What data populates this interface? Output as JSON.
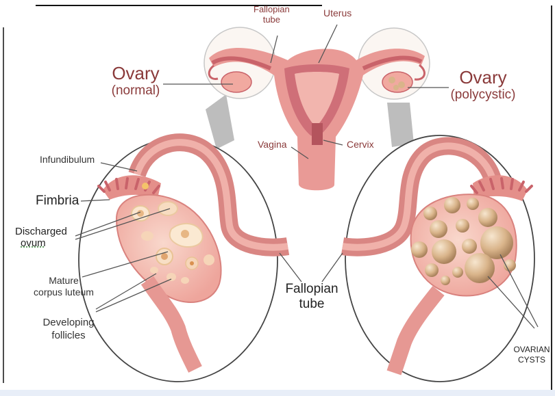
{
  "labels": {
    "fallopian_tube_top_1": "Fallopian",
    "fallopian_tube_top_2": "tube",
    "uterus": "Uterus",
    "ovary_left": "Ovary",
    "ovary_left_sub": "(normal)",
    "ovary_right": "Ovary",
    "ovary_right_sub": "(polycystic)",
    "vagina": "Vagina",
    "cervix": "Cervix",
    "infundibulum": "Infundibulum",
    "fimbria": "Fimbria",
    "discharged_1": "Discharged",
    "discharged_2": "ovum",
    "mature_1": "Mature",
    "mature_2": "corpus luteum",
    "developing_1": "Developing",
    "developing_2": "follicles",
    "fallopian_tube_mid_1": "Fallopian",
    "fallopian_tube_mid_2": "tube",
    "ovarian_cysts_1": "OVARIAN",
    "ovarian_cysts_2": "CYSTS"
  },
  "colors": {
    "tissue": "#e99a96",
    "tissue_dark": "#c9636a",
    "tissue_light": "#f6c9c0",
    "cyst": "#d9b48a",
    "label_brown": "#8a3a3a"
  }
}
